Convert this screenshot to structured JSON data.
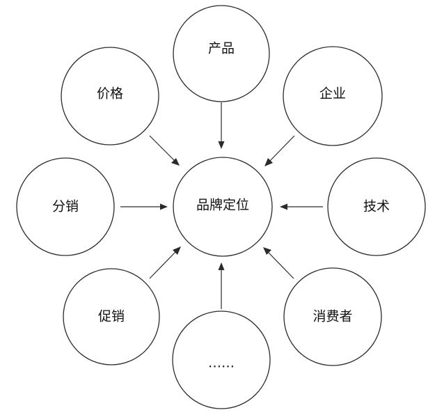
{
  "center": {
    "label": "品牌定位"
  },
  "nodes": [
    {
      "key": "product",
      "label": "产品"
    },
    {
      "key": "company",
      "label": "企业"
    },
    {
      "key": "price",
      "label": "价格"
    },
    {
      "key": "distribution",
      "label": "分销"
    },
    {
      "key": "technology",
      "label": "技术"
    },
    {
      "key": "promotion",
      "label": "促销"
    },
    {
      "key": "consumer",
      "label": "消费者"
    },
    {
      "key": "more",
      "label": "……"
    }
  ]
}
